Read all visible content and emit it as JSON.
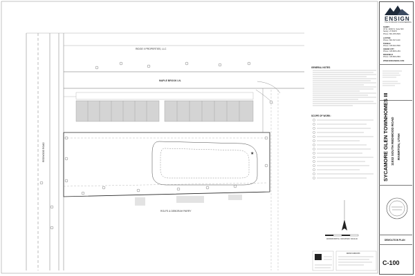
{
  "plan": {
    "north_owner_label": "RIDGE II PROPERTIES, LLC",
    "street_north": "MAPLE BROOK LN.",
    "road_west": "REDWOOD ROAD",
    "south_owner_label": "ROLFS & DEBORAH PARRY",
    "scale_label": "HORIZONTAL GRAPHIC SCALE"
  },
  "notes": {
    "general_title": "GENERAL NOTES",
    "scope_title": "SCOPE OF WORK:"
  },
  "title_block": {
    "firm_name": "ENSIGN",
    "firm_tagline": "THE STANDARD IN ENGINEERING",
    "offices": [
      {
        "name": "SANDY",
        "lines": [
          "45 W. 10000 S. Suite 500",
          "Sandy, UT 84070",
          "Phone: 801.255.0529"
        ]
      },
      {
        "name": "LAYTON",
        "lines": [
          "Phone: 801.547.1100"
        ]
      },
      {
        "name": "TOOELE",
        "lines": [
          "Phone: 435.843.3590"
        ]
      },
      {
        "name": "CEDAR CITY",
        "lines": [
          "Phone: 435.865.1453"
        ]
      },
      {
        "name": "RICHFIELD",
        "lines": [
          "Phone: 435.896.2983"
        ]
      }
    ],
    "website": "WWW.ENSIGNENG.COM",
    "project_name": "SYCAMORE GLEN TOWNHOMES III",
    "project_address": "11832 SOUTH REDWOOD ROAD",
    "project_city": "RIVERTON, UTAH",
    "sheet_title": "DEMOLITION PLAN",
    "sheet_number": "C-100"
  },
  "legend": {
    "title": "BENCHMARK"
  }
}
